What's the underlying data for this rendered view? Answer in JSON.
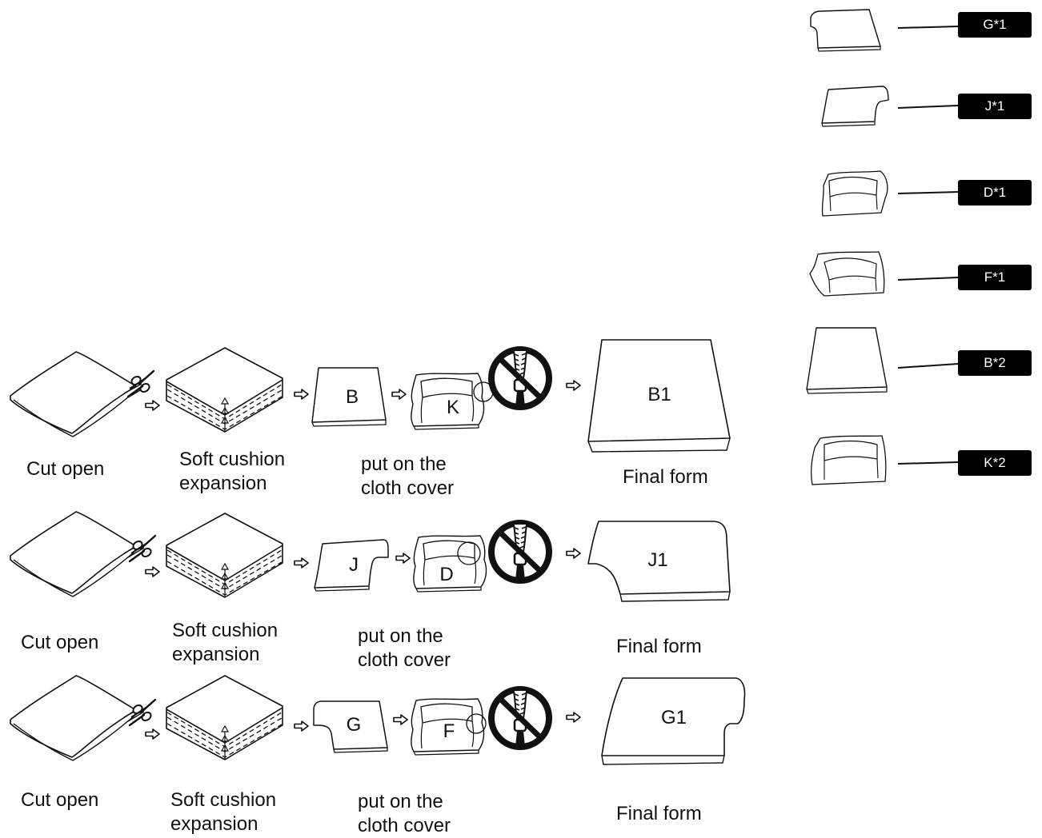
{
  "parts_list": [
    {
      "label": "G*1"
    },
    {
      "label": "J*1"
    },
    {
      "label": "D*1"
    },
    {
      "label": "F*1"
    },
    {
      "label": "B*2"
    },
    {
      "label": "K*2"
    }
  ],
  "steps": {
    "cut": "Cut open",
    "expand": "Soft cushion\nexpansion",
    "cover": "put on the\ncloth cover",
    "final": "Final form"
  },
  "rows": [
    {
      "base_piece": "B",
      "cover_piece": "K",
      "final_piece": "B1"
    },
    {
      "base_piece": "J",
      "cover_piece": "D",
      "final_piece": "J1"
    },
    {
      "base_piece": "G",
      "cover_piece": "F",
      "final_piece": "G1"
    }
  ]
}
